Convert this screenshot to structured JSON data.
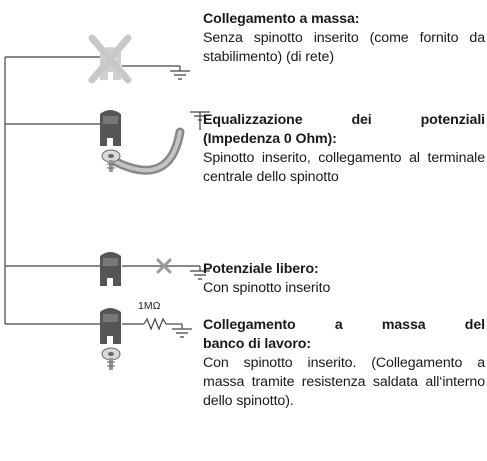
{
  "sections": [
    {
      "title": "Collegamento a massa:",
      "body": "Senza spinotto inserito (come fornito da stabilimento) (di rete)"
    },
    {
      "title_line1": "Equalizzazione dei potenziali",
      "title_line2": "(Impedenza 0 Ohm):",
      "body": "Spinotto inserito, collegamento al terminale centrale dello spinotto"
    },
    {
      "title": "Potenziale libero:",
      "body": "Con spinotto inserito"
    },
    {
      "title_line1": "Collegamento a massa del",
      "title_line2": "banco di lavoro:",
      "body": "Con spinotto inserito. (Collegamento a massa tramite resistenza saldata all‘interno dello spinotto)."
    }
  ],
  "resistor_label": "1MΩ",
  "colors": {
    "plug": "#555555",
    "plug_light": "#bdbdbd",
    "cross": "#c8c8c8",
    "line": "#444444",
    "text": "#1a1a1a"
  },
  "icons": [
    "plug-icon",
    "ground-symbol-icon",
    "cross-icon",
    "resistor-icon",
    "cable-icon",
    "screw-icon"
  ]
}
